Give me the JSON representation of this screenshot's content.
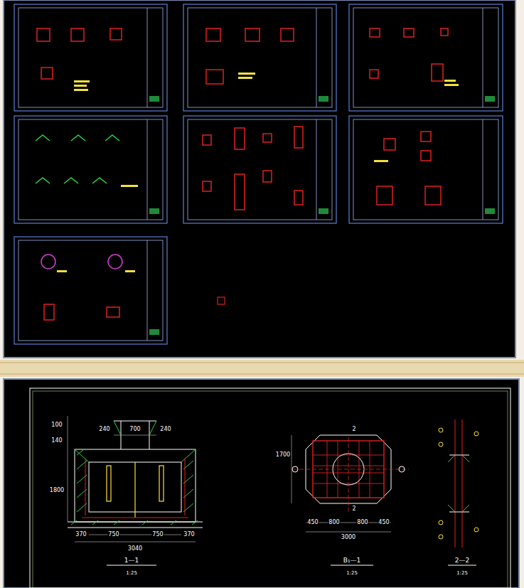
{
  "diagram": {
    "labels": [
      "1—1",
      "1:25",
      "B₁—1",
      "1:25",
      "2—2",
      "1:25",
      "240",
      "700",
      "240",
      "370",
      "750",
      "750",
      "370",
      "3040",
      "100",
      "140",
      "1800",
      "450",
      "800",
      "800",
      "450",
      "3000",
      "1700",
      "2",
      "2"
    ]
  }
}
